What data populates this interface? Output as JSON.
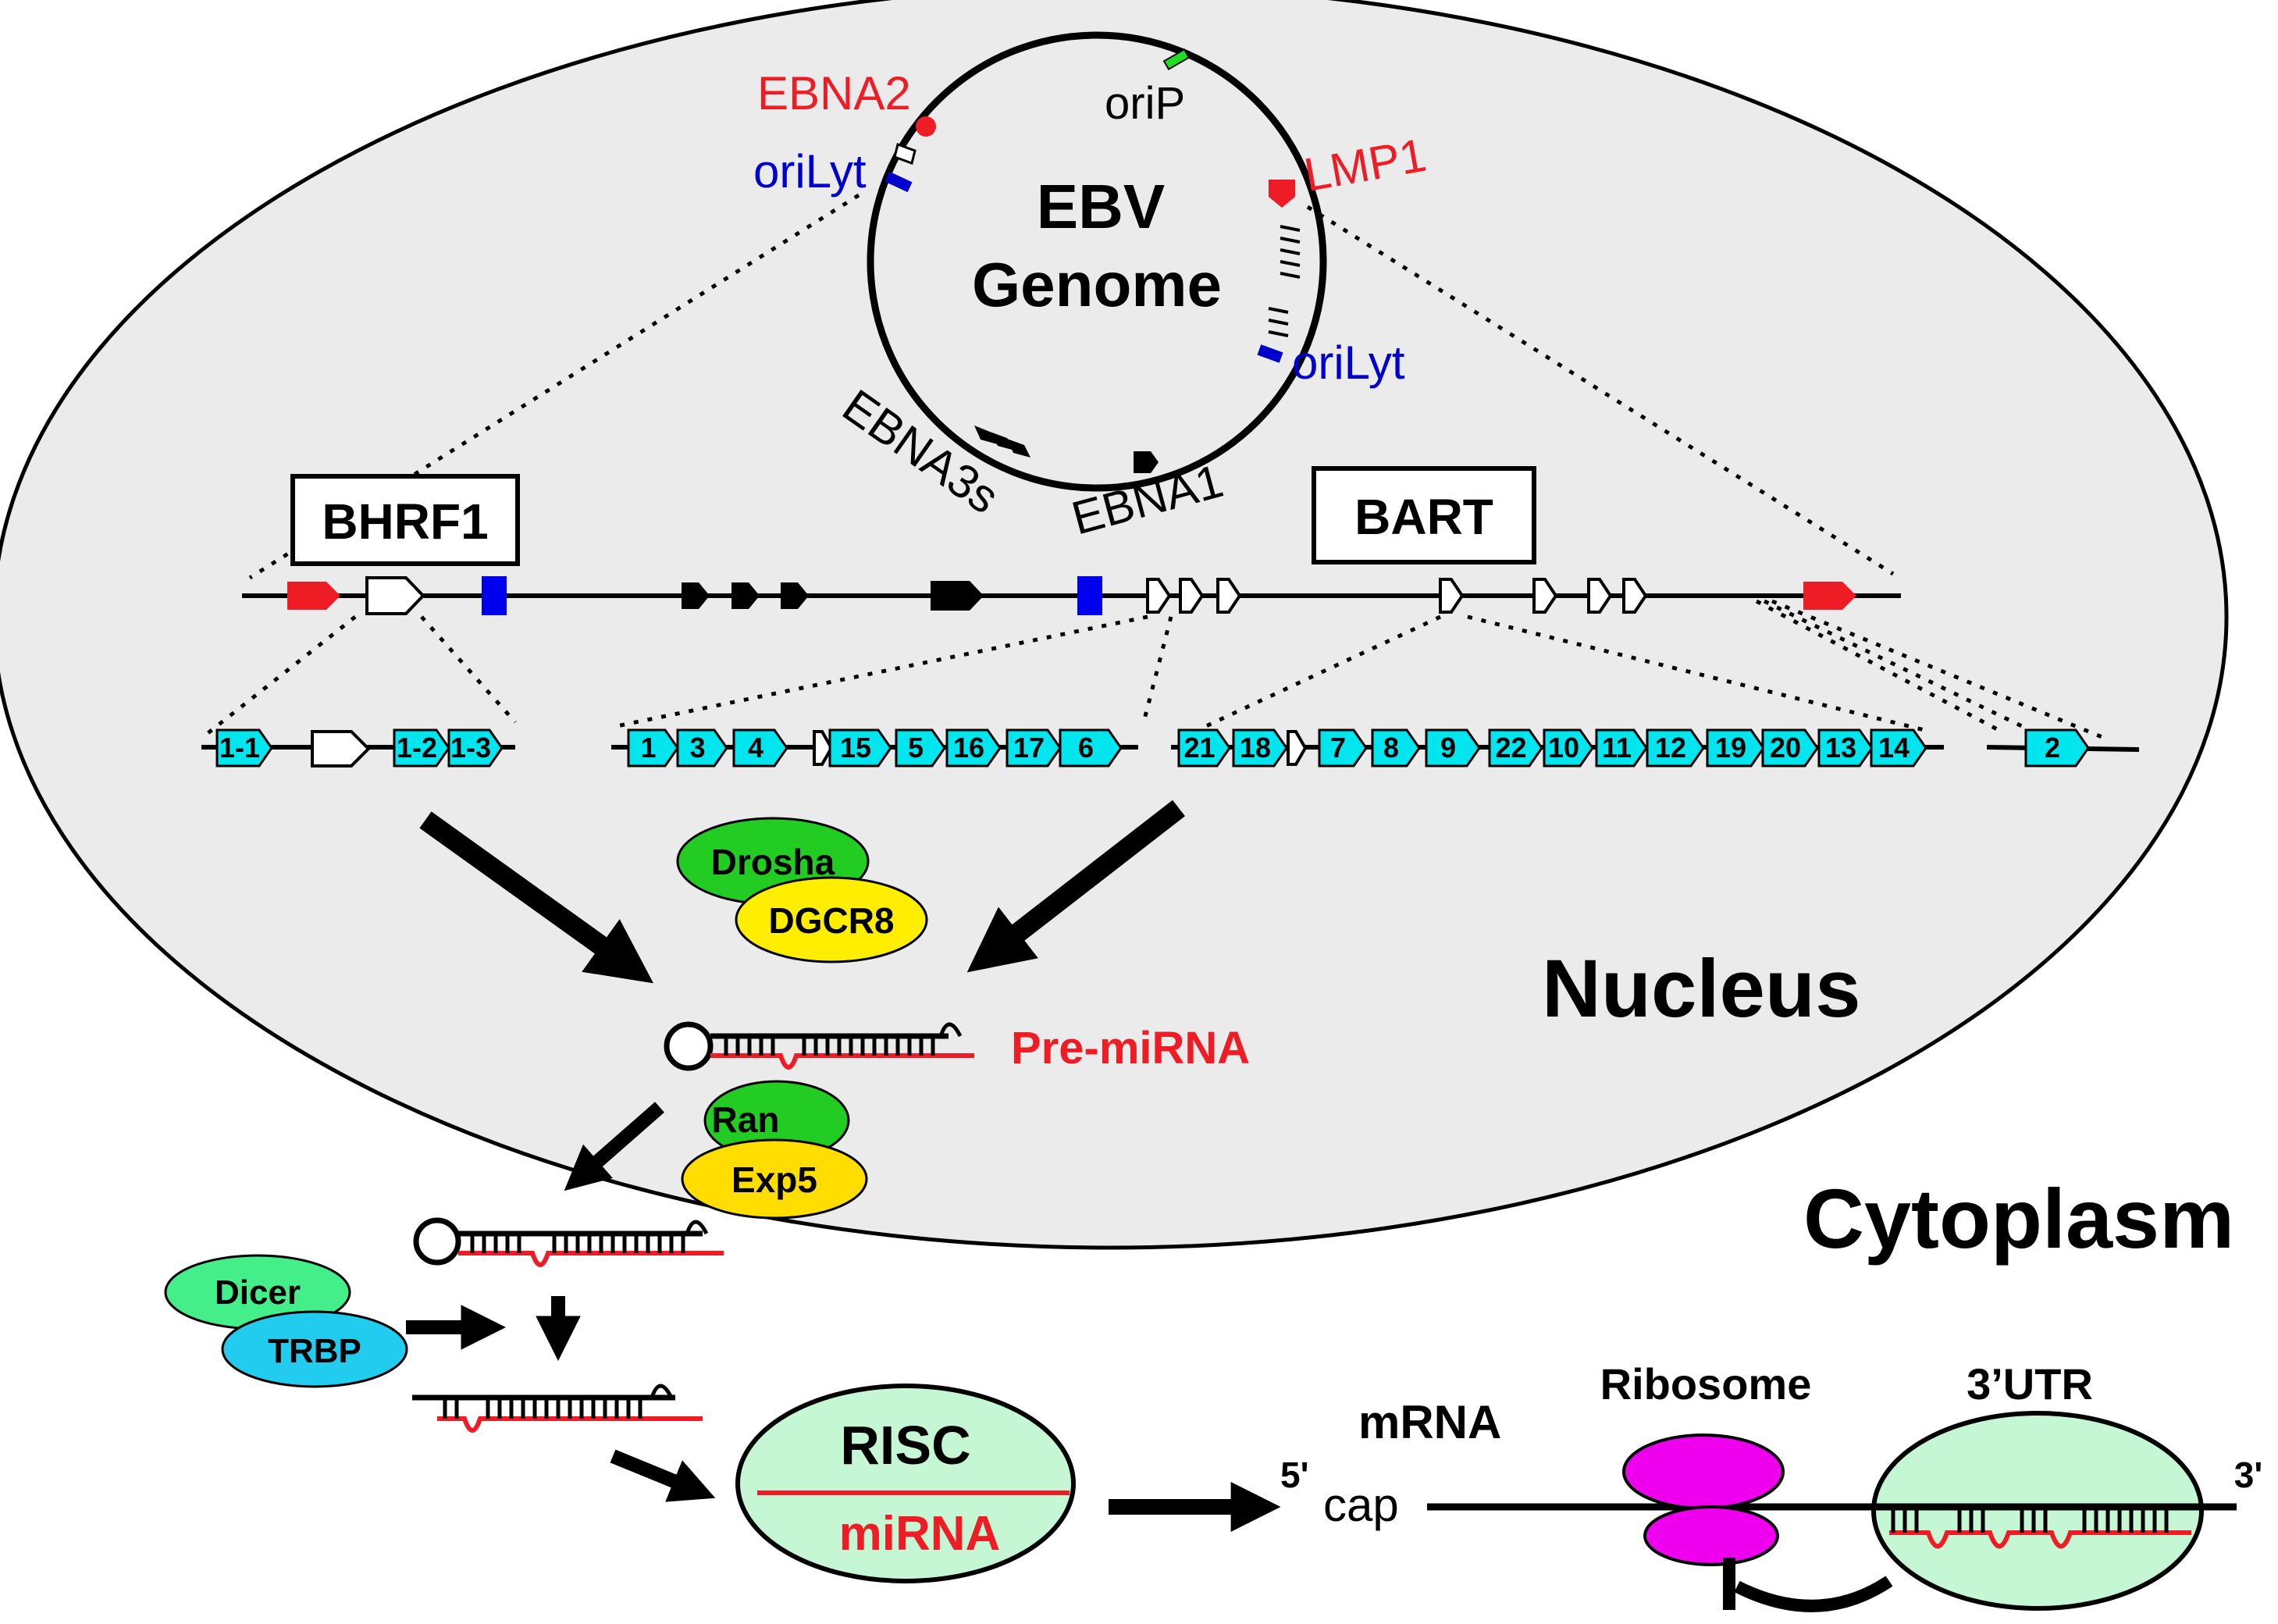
{
  "genome": {
    "title_line1": "EBV",
    "title_line2": "Genome",
    "markers": {
      "ebna2": "EBNA2",
      "orip": "oriP",
      "orilyt_left": "oriLyt",
      "lmp1": "LMP1",
      "orilyt_right": "oriLyt",
      "ebna3s": "EBNA3s",
      "ebna1": "EBNA1"
    }
  },
  "loci": {
    "bhrf1": "BHRF1",
    "bart": "BART"
  },
  "clusters": {
    "bhrf1": [
      "1-1",
      "1-2",
      "1-3"
    ],
    "bart_a": [
      "1",
      "3",
      "4",
      "15",
      "5",
      "16",
      "17",
      "6"
    ],
    "bart_b": [
      "21",
      "18",
      "7",
      "8",
      "9",
      "22",
      "10",
      "11",
      "12",
      "19",
      "20",
      "13",
      "14"
    ],
    "bart_c": [
      "2"
    ]
  },
  "compartments": {
    "nucleus": "Nucleus",
    "cytoplasm": "Cytoplasm"
  },
  "proteins": {
    "drosha": "Drosha",
    "dgcr8": "DGCR8",
    "ran": "Ran",
    "exp5": "Exp5",
    "dicer": "Dicer",
    "trbp": "TRBP"
  },
  "rna": {
    "pre_mirna": "Pre-miRNA",
    "risc": "RISC",
    "mirna": "miRNA",
    "mrna": "mRNA",
    "five_prime": "5'",
    "cap": "cap",
    "ribosome": "Ribosome",
    "utr": "3’UTR",
    "three_prime": "3'"
  },
  "colors": {
    "nucleus_fill": "#ebebeb",
    "mirna_box": "#00e5ee",
    "red_accent": "#ee1c25",
    "blue_accent": "#0000cc",
    "green_protein": "#22cc22",
    "yellow_protein": "#ffee00",
    "light_green": "#c6f7d4",
    "dicer_green": "#44ee88",
    "trbp_blue": "#22ccee",
    "magenta": "#ee00ee"
  }
}
